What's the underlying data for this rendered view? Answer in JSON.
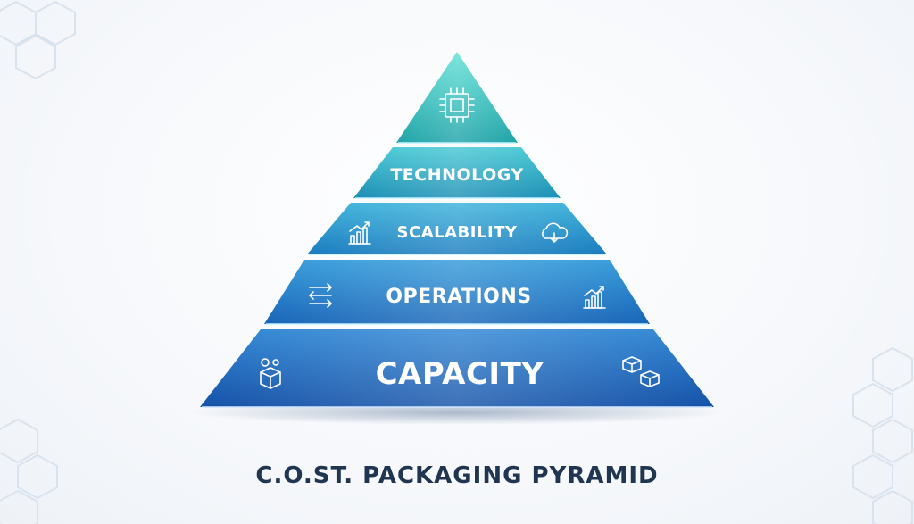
{
  "diagram": {
    "tiers": [
      {
        "label": "",
        "icons": [
          "chip-icon"
        ],
        "color_top": "#4fd8cf",
        "color_bottom": "#1fa3a8"
      },
      {
        "label": "TECHNOLOGY",
        "icons": [],
        "color_top": "#3cc0d0",
        "color_bottom": "#1b8fb5"
      },
      {
        "label": "SCALABILITY",
        "icons": [
          "bar-growth-icon",
          "cloud-download-icon"
        ],
        "color_top": "#33a9d6",
        "color_bottom": "#1a7cbf"
      },
      {
        "label": "OPERATIONS",
        "icons": [
          "transfer-arrows-icon",
          "bar-growth-icon"
        ],
        "color_top": "#2f93d6",
        "color_bottom": "#1865b8"
      },
      {
        "label": "CAPACITY",
        "icons": [
          "package-gear-icon",
          "stacked-boxes-icon"
        ],
        "color_top": "#2a7fd0",
        "color_bottom": "#1552a8"
      }
    ],
    "caption": "C.O.ST. PACKAGING PYRAMID"
  }
}
